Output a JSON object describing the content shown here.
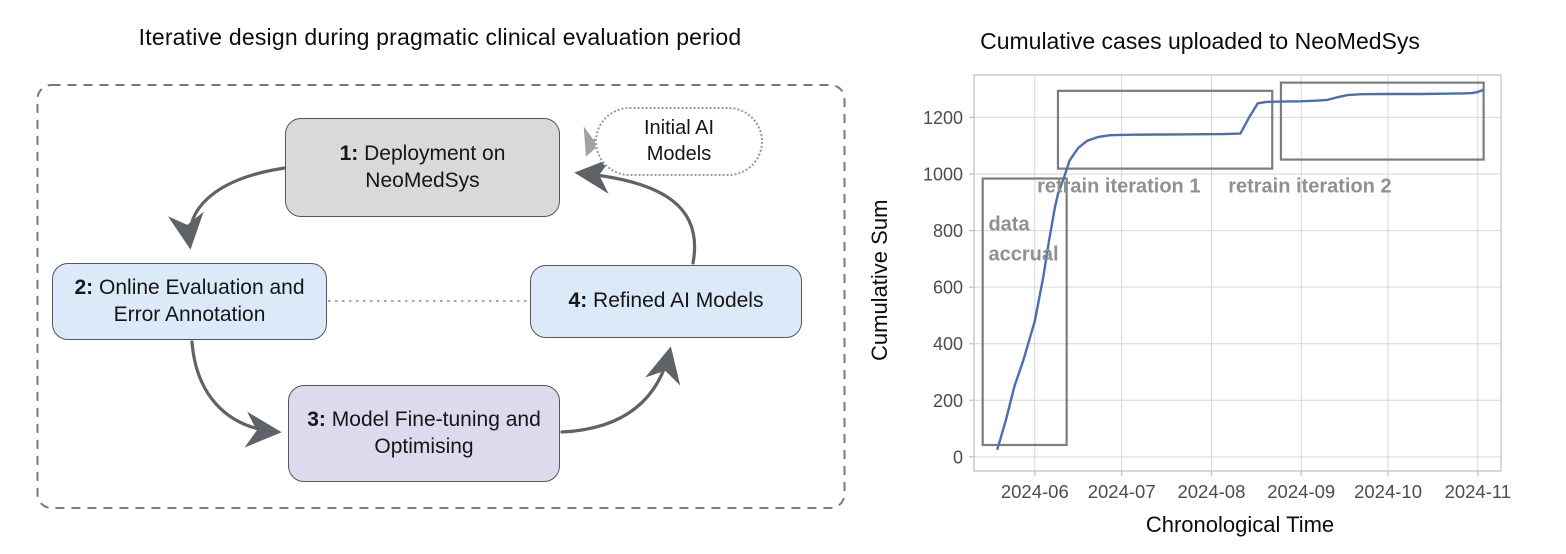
{
  "diagram": {
    "title": "Iterative design during pragmatic clinical evaluation period",
    "nodes": [
      {
        "num": "1:",
        "label": "Deployment on NeoMedSys",
        "fill": "#d9d9d9"
      },
      {
        "num": "2:",
        "label": "Online Evaluation and Error Annotation",
        "fill": "#dbe9f8"
      },
      {
        "num": "3:",
        "label": "Model Fine-tuning and Optimising",
        "fill": "#ded9ec"
      },
      {
        "num": "4:",
        "label": "Refined AI Models",
        "fill": "#dbe9f8"
      },
      {
        "label": "Initial AI Models",
        "fill": "#ffffff"
      }
    ],
    "colors": {
      "arrow": "#5f6368",
      "light_arrow": "#a2a2a2",
      "node_border": "#53565c",
      "dashed_border": "#7b7b7b",
      "dotted_connector": "#8a8a8a"
    }
  },
  "chart_data": {
    "type": "line",
    "title": "Cumulative cases uploaded to NeoMedSys",
    "xlabel": "Chronological Time",
    "ylabel": "Cumulative Sum",
    "x_ticks": [
      "2024-06",
      "2024-07",
      "2024-08",
      "2024-09",
      "2024-10",
      "2024-11"
    ],
    "y_ticks": [
      0,
      200,
      400,
      600,
      800,
      1000,
      1200
    ],
    "xlim": [
      "2024-05-11",
      "2024-11-09"
    ],
    "ylim": [
      -50,
      1350
    ],
    "grid": true,
    "legend": "none",
    "line_color": "#4a6fae",
    "grid_color": "#d6d6d6",
    "frame_color": "#c3c3c3",
    "tick_color": "#4d4d4d",
    "box_color": "#7d7d7d",
    "annotation_color": "#909090",
    "series": [
      {
        "name": "cumulative cases uploaded",
        "points": [
          [
            "2024-05-19",
            25
          ],
          [
            "2024-05-22",
            130
          ],
          [
            "2024-05-25",
            250
          ],
          [
            "2024-05-28",
            340
          ],
          [
            "2024-06-01",
            480
          ],
          [
            "2024-06-04",
            640
          ],
          [
            "2024-06-06",
            770
          ],
          [
            "2024-06-08",
            885
          ],
          [
            "2024-06-09",
            930
          ],
          [
            "2024-06-11",
            985
          ],
          [
            "2024-06-13",
            1048
          ],
          [
            "2024-06-16",
            1092
          ],
          [
            "2024-06-19",
            1117
          ],
          [
            "2024-06-23",
            1131
          ],
          [
            "2024-06-27",
            1137
          ],
          [
            "2024-07-05",
            1139
          ],
          [
            "2024-07-20",
            1140
          ],
          [
            "2024-08-05",
            1141
          ],
          [
            "2024-08-11",
            1143
          ],
          [
            "2024-08-14",
            1200
          ],
          [
            "2024-08-17",
            1250
          ],
          [
            "2024-08-20",
            1255
          ],
          [
            "2024-08-25",
            1256
          ],
          [
            "2024-09-01",
            1257
          ],
          [
            "2024-09-06",
            1259
          ],
          [
            "2024-09-10",
            1262
          ],
          [
            "2024-09-13",
            1270
          ],
          [
            "2024-09-17",
            1279
          ],
          [
            "2024-09-22",
            1282
          ],
          [
            "2024-10-01",
            1283
          ],
          [
            "2024-10-12",
            1283
          ],
          [
            "2024-10-20",
            1284
          ],
          [
            "2024-10-27",
            1285
          ],
          [
            "2024-10-30",
            1286
          ],
          [
            "2024-11-01",
            1290
          ],
          [
            "2024-11-03",
            1298
          ]
        ]
      }
    ],
    "annotations": [
      {
        "label": "data accrual",
        "wrap": true,
        "anchor": "start",
        "label_x": "2024-05-16",
        "label_y": 800,
        "box": {
          "x0": "2024-05-14",
          "x1": "2024-06-12",
          "y0": 42,
          "y1": 984
        }
      },
      {
        "label": "retrain iteration 1",
        "wrap": false,
        "anchor": "middle",
        "label_x": "2024-06-30",
        "label_y": 935,
        "box": {
          "x0": "2024-06-09",
          "x1": "2024-08-22",
          "y0": 1019,
          "y1": 1294
        }
      },
      {
        "label": "retrain iteration 2",
        "wrap": false,
        "anchor": "middle",
        "label_x": "2024-09-04",
        "label_y": 935,
        "box": {
          "x0": "2024-08-25",
          "x1": "2024-11-03",
          "y0": 1051,
          "y1": 1323
        }
      }
    ]
  }
}
